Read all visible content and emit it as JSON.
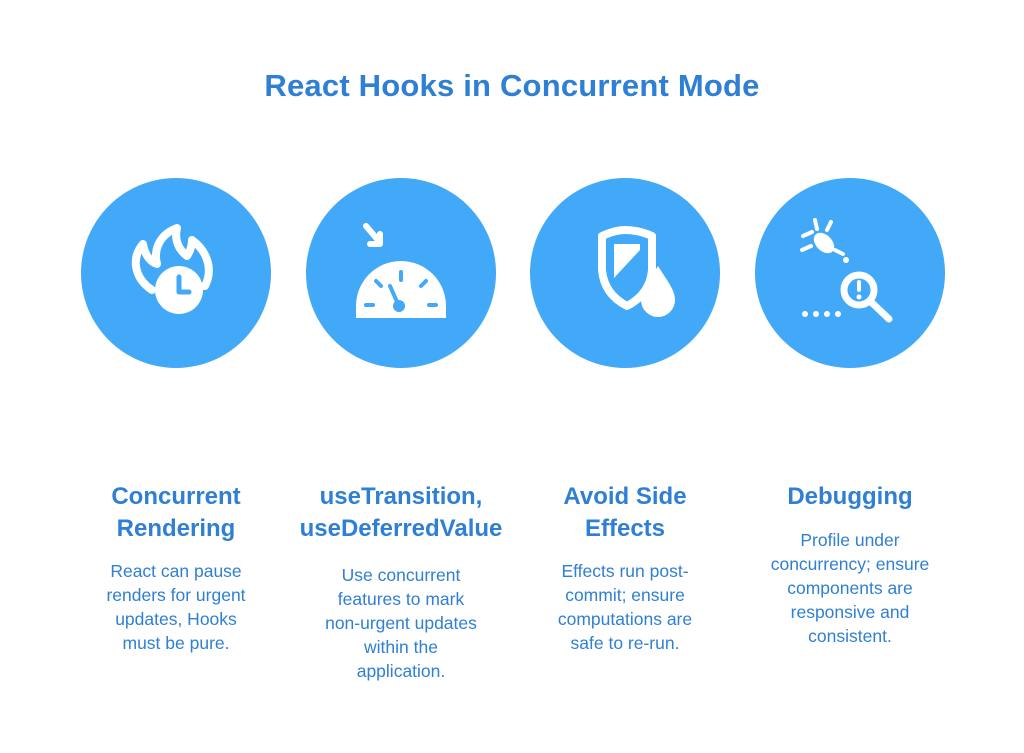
{
  "title": "React Hooks in Concurrent Mode",
  "accent_color": "#2f7fd4",
  "circle_color": "#42a8f8",
  "columns": [
    {
      "icon": "fire-clock-icon",
      "heading_lines": [
        "Concurrent",
        "Rendering"
      ],
      "desc_lines": [
        "React can pause",
        "renders for urgent",
        "updates, Hooks",
        "must be pure."
      ]
    },
    {
      "icon": "speedometer-icon",
      "heading_lines": [
        "useTransition,",
        "useDeferredValue"
      ],
      "desc_lines": [
        "Use concurrent",
        "features to mark",
        "non-urgent updates",
        "within the",
        "application."
      ]
    },
    {
      "icon": "shield-drop-icon",
      "heading_lines": [
        "Avoid Side",
        "Effects"
      ],
      "desc_lines": [
        "Effects run post-",
        "commit; ensure",
        "computations are",
        "safe to re-run."
      ]
    },
    {
      "icon": "bug-search-icon",
      "heading_lines": [
        "Debugging"
      ],
      "desc_lines": [
        "Profile under",
        "concurrency; ensure",
        "components are",
        "responsive and",
        "consistent."
      ]
    }
  ]
}
